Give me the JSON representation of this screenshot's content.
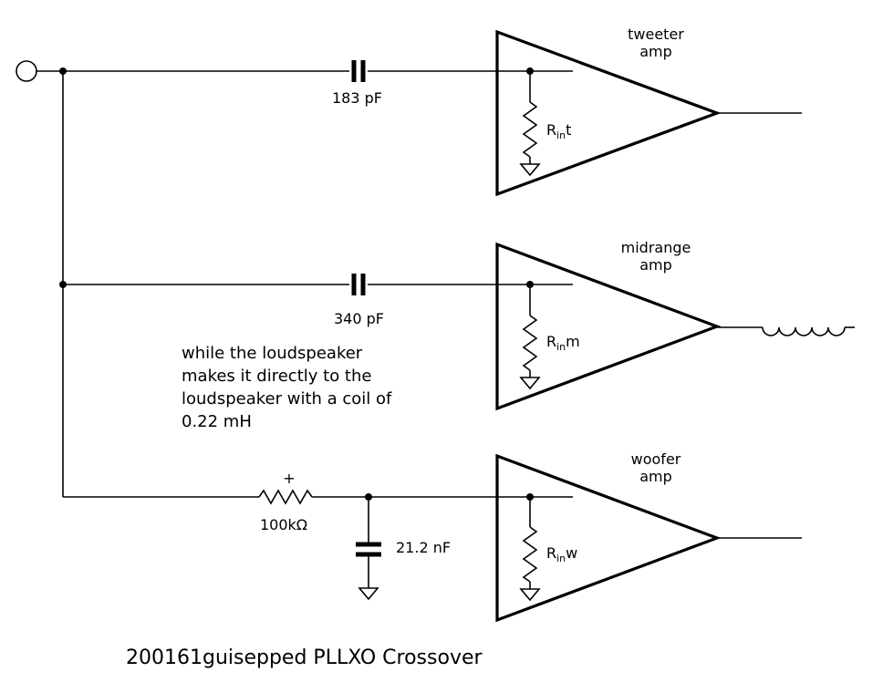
{
  "diagram": {
    "title": "200161guisepped PLLXO Crossover",
    "amps": {
      "tweeter": {
        "line1": "tweeter",
        "line2": "amp",
        "r_main": "R",
        "r_sub": "in",
        "r_suffix": "t"
      },
      "midrange": {
        "line1": "midrange",
        "line2": "amp",
        "r_main": "R",
        "r_sub": "in",
        "r_suffix": "m"
      },
      "woofer": {
        "line1": "woofer",
        "line2": "amp",
        "r_main": "R",
        "r_sub": "in",
        "r_suffix": "w"
      }
    },
    "components": {
      "cap_tweeter": "183 pF",
      "cap_midrange": "340 pF",
      "resistor_woofer": "100kΩ",
      "resistor_plus": "+",
      "cap_woofer": "21.2 nF"
    },
    "note": {
      "line1": "while the loudspeaker",
      "line2": "makes it directly to the",
      "line3": "loudspeaker with a coil of",
      "line4": "0.22 mH"
    }
  }
}
